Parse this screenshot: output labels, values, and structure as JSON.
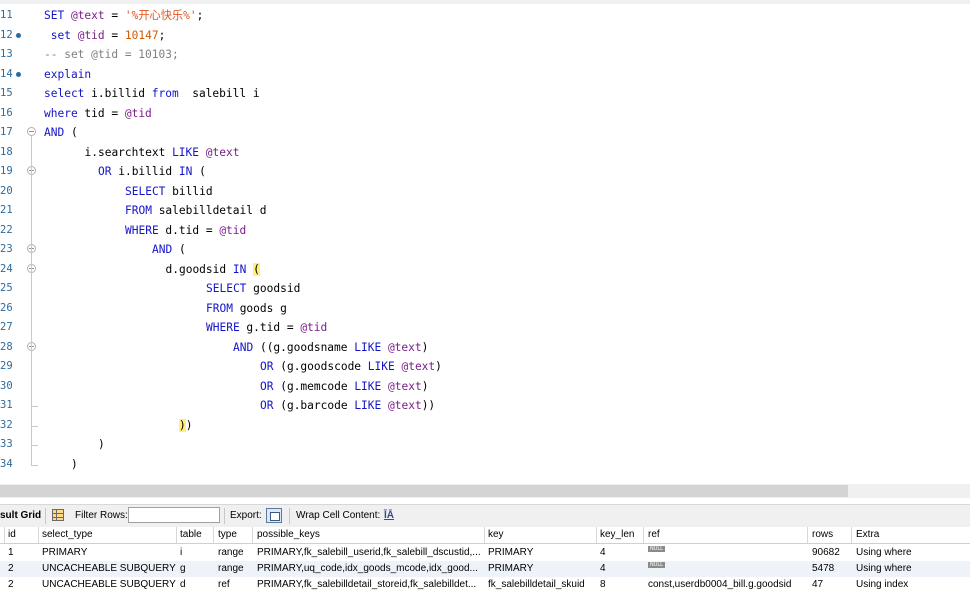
{
  "editor": {
    "lines": [
      {
        "num": "11",
        "marker": false,
        "fold": "none",
        "indent": 0,
        "tokens": [
          [
            "kw",
            "SET "
          ],
          [
            "var",
            "@text"
          ],
          [
            "tx",
            " = "
          ],
          [
            "str",
            "'%开心快乐%'"
          ],
          [
            "tx",
            ";"
          ]
        ]
      },
      {
        "num": "12",
        "marker": true,
        "fold": "none",
        "indent": 1,
        "tokens": [
          [
            "kw",
            "set "
          ],
          [
            "var",
            "@tid"
          ],
          [
            "tx",
            " = "
          ],
          [
            "num",
            "10147"
          ],
          [
            "tx",
            ";"
          ]
        ]
      },
      {
        "num": "13",
        "marker": false,
        "fold": "none",
        "indent": 0,
        "tokens": [
          [
            "cm",
            "-- set @tid = 10103;"
          ]
        ]
      },
      {
        "num": "14",
        "marker": true,
        "fold": "none",
        "indent": 0,
        "tokens": [
          [
            "kw",
            "explain"
          ]
        ]
      },
      {
        "num": "15",
        "marker": false,
        "fold": "none",
        "indent": 0,
        "tokens": [
          [
            "kw",
            "select "
          ],
          [
            "tx",
            "i.billid "
          ],
          [
            "kw",
            "from"
          ],
          [
            "tx",
            "  salebill i"
          ]
        ]
      },
      {
        "num": "16",
        "marker": false,
        "fold": "none",
        "indent": 0,
        "tokens": [
          [
            "kw",
            "where "
          ],
          [
            "tx",
            "tid = "
          ],
          [
            "var",
            "@tid"
          ]
        ]
      },
      {
        "num": "17",
        "marker": false,
        "fold": "open",
        "indent": 0,
        "tokens": [
          [
            "kw",
            "AND "
          ],
          [
            "tx",
            "("
          ]
        ]
      },
      {
        "num": "18",
        "marker": false,
        "fold": "none",
        "indent": 6,
        "tokens": [
          [
            "tx",
            "i.searchtext "
          ],
          [
            "kw",
            "LIKE "
          ],
          [
            "var",
            "@text"
          ]
        ]
      },
      {
        "num": "19",
        "marker": false,
        "fold": "open",
        "indent": 8,
        "tokens": [
          [
            "kw",
            "OR "
          ],
          [
            "tx",
            "i.billid "
          ],
          [
            "kw",
            "IN "
          ],
          [
            "tx",
            "("
          ]
        ]
      },
      {
        "num": "20",
        "marker": false,
        "fold": "none",
        "indent": 12,
        "tokens": [
          [
            "kw",
            "SELECT "
          ],
          [
            "tx",
            "billid"
          ]
        ]
      },
      {
        "num": "21",
        "marker": false,
        "fold": "none",
        "indent": 12,
        "tokens": [
          [
            "kw",
            "FROM "
          ],
          [
            "tx",
            "salebilldetail d"
          ]
        ]
      },
      {
        "num": "22",
        "marker": false,
        "fold": "none",
        "indent": 12,
        "tokens": [
          [
            "kw",
            "WHERE "
          ],
          [
            "tx",
            "d.tid = "
          ],
          [
            "var",
            "@tid"
          ]
        ]
      },
      {
        "num": "23",
        "marker": false,
        "fold": "open",
        "indent": 16,
        "tokens": [
          [
            "kw",
            "AND "
          ],
          [
            "tx",
            "("
          ]
        ]
      },
      {
        "num": "24",
        "marker": false,
        "fold": "open",
        "indent": 18,
        "tokens": [
          [
            "tx",
            "d.goodsid "
          ],
          [
            "kw",
            "IN "
          ],
          [
            "hl",
            "("
          ]
        ]
      },
      {
        "num": "25",
        "marker": false,
        "fold": "none",
        "indent": 24,
        "tokens": [
          [
            "kw",
            "SELECT "
          ],
          [
            "tx",
            "goodsid"
          ]
        ]
      },
      {
        "num": "26",
        "marker": false,
        "fold": "none",
        "indent": 24,
        "tokens": [
          [
            "kw",
            "FROM "
          ],
          [
            "tx",
            "goods g"
          ]
        ]
      },
      {
        "num": "27",
        "marker": false,
        "fold": "none",
        "indent": 24,
        "tokens": [
          [
            "kw",
            "WHERE "
          ],
          [
            "tx",
            "g.tid = "
          ],
          [
            "var",
            "@tid"
          ]
        ]
      },
      {
        "num": "28",
        "marker": false,
        "fold": "open",
        "indent": 28,
        "tokens": [
          [
            "kw",
            "AND "
          ],
          [
            "tx",
            "((g.goodsname "
          ],
          [
            "kw",
            "LIKE "
          ],
          [
            "var",
            "@text"
          ],
          [
            "tx",
            ")"
          ]
        ]
      },
      {
        "num": "29",
        "marker": false,
        "fold": "none",
        "indent": 32,
        "tokens": [
          [
            "kw",
            "OR "
          ],
          [
            "tx",
            "(g.goodscode "
          ],
          [
            "kw",
            "LIKE "
          ],
          [
            "var",
            "@text"
          ],
          [
            "tx",
            ")"
          ]
        ]
      },
      {
        "num": "30",
        "marker": false,
        "fold": "none",
        "indent": 32,
        "tokens": [
          [
            "kw",
            "OR "
          ],
          [
            "tx",
            "(g.memcode "
          ],
          [
            "kw",
            "LIKE "
          ],
          [
            "var",
            "@text"
          ],
          [
            "tx",
            ")"
          ]
        ]
      },
      {
        "num": "31",
        "marker": false,
        "fold": "end",
        "indent": 32,
        "tokens": [
          [
            "kw",
            "OR "
          ],
          [
            "tx",
            "(g.barcode "
          ],
          [
            "kw",
            "LIKE "
          ],
          [
            "var",
            "@text"
          ],
          [
            "tx",
            "))"
          ]
        ]
      },
      {
        "num": "32",
        "marker": false,
        "fold": "end",
        "indent": 20,
        "tokens": [
          [
            "hl",
            ")"
          ],
          [
            "tx",
            ")"
          ]
        ]
      },
      {
        "num": "33",
        "marker": false,
        "fold": "end",
        "indent": 8,
        "tokens": [
          [
            "tx",
            ")"
          ]
        ]
      },
      {
        "num": "34",
        "marker": false,
        "fold": "end",
        "indent": 4,
        "tokens": [
          [
            "tx",
            ")"
          ]
        ]
      }
    ]
  },
  "toolbar": {
    "result_grid_label": "sult Grid",
    "filter_rows_label": "Filter Rows:",
    "filter_value": "",
    "export_label": "Export:",
    "wrap_label": "Wrap Cell Content:",
    "wrap_icon_text": "ĪĀ"
  },
  "grid": {
    "columns": [
      "id",
      "select_type",
      "table",
      "type",
      "possible_keys",
      "key",
      "key_len",
      "ref",
      "rows",
      "Extra"
    ],
    "rows": [
      [
        "1",
        "PRIMARY",
        "i",
        "range",
        "PRIMARY,fk_salebill_userid,fk_salebill_dscustid,...",
        "PRIMARY",
        "4",
        "NULL",
        "90682",
        "Using where"
      ],
      [
        "2",
        "UNCACHEABLE SUBQUERY",
        "g",
        "range",
        "PRIMARY,uq_code,idx_goods_mcode,idx_good...",
        "PRIMARY",
        "4",
        "NULL",
        "5478",
        "Using where"
      ],
      [
        "2",
        "UNCACHEABLE SUBQUERY",
        "d",
        "ref",
        "PRIMARY,fk_salebilldetail_storeid,fk_salebilldet...",
        "fk_salebilldetail_skuid",
        "8",
        "const,userdb0004_bill.g.goodsid",
        "47",
        "Using index"
      ]
    ]
  },
  "colors": {
    "keyword": "#1414c8",
    "variable": "#7a1f8a",
    "string": "#e0541e",
    "number": "#d25a00",
    "comment": "#808080",
    "line_number": "#2b6b9e",
    "bracket_highlight": "#fff07a"
  }
}
